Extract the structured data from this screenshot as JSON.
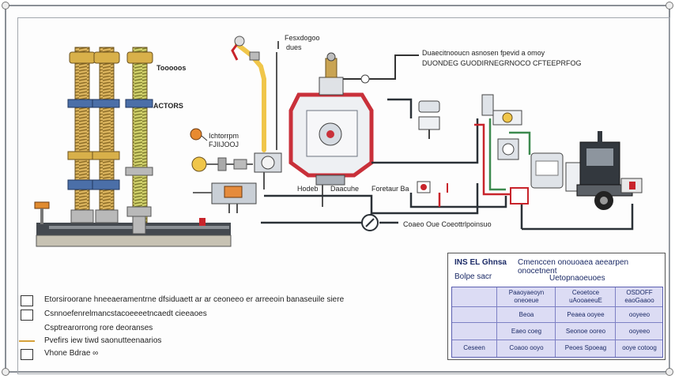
{
  "labels": {
    "top_left_tag": "Tooooos",
    "mid_left_tag": "ACTORS",
    "gauge_tag_line1": "Ichtorrpm",
    "gauge_tag_line2": "FJIIJOOJ",
    "top_mid_line1": "Fesxdogoo",
    "top_mid_line2": "dues",
    "top_right_line1": "Duaecitnooucn asnosen fpevid a omoy",
    "top_right_line2": "DUONDEG GUODIRNEGRNOCO CFTEEPRFOG",
    "vessel_foot_left": "Hodeb",
    "vessel_foot_mid": "Daacuhe",
    "vessel_foot_right": "Foretaur Ba",
    "bottom_center": "Coaeo Oue Coeottrlpoinsuo"
  },
  "legend": [
    {
      "symbol": "box",
      "text": "Etorsiroorane hneeaeramentrne dfsiduaett ar ar ceoneeo er arreeoin banaseuile siere"
    },
    {
      "symbol": "box",
      "text": "Csnnoefenrelmancstacoeeeetncaedt cieeaoes"
    },
    {
      "symbol": "none",
      "text": "Csptrearorrong rore deoranses"
    },
    {
      "symbol": "line",
      "text": "Pvefirs iew tiwd saonutteenaarios"
    },
    {
      "symbol": "box",
      "text": "Vhone Bdrae   ∞"
    }
  ],
  "table": {
    "title": "INS EL Ghnsa",
    "caption": "Cmenccen onouoaea aeearpen onocetnent",
    "subtitle": "Bolpe sacr",
    "subcaption": "Uetopnaoeuoes",
    "header": [
      "Paaoyaeoyn",
      "Ceoetoce",
      "OSDOFF"
    ],
    "header2": [
      "oneoeue",
      "uAooaeeuE",
      "eaoGaaoo"
    ],
    "rows": [
      [
        "",
        "Beoa",
        "Peaea ooyee",
        "ooyeeo"
      ],
      [
        "",
        "Eaeo coeg",
        "Seonoe ooreo",
        "ooyeeo"
      ],
      [
        "Ceseen",
        "Coaoo ooyo",
        "Peoes Spoeag",
        "ooye cotoog"
      ]
    ]
  },
  "colors": {
    "pipe_yellow": "#f0c64a",
    "pipe_red": "#c8242b",
    "pipe_green": "#3d8a4f",
    "pipe_dark": "#2b3137",
    "column_wood": "#c9a453",
    "vessel_red": "#c9303a",
    "table_fill": "#dcdcf4"
  }
}
